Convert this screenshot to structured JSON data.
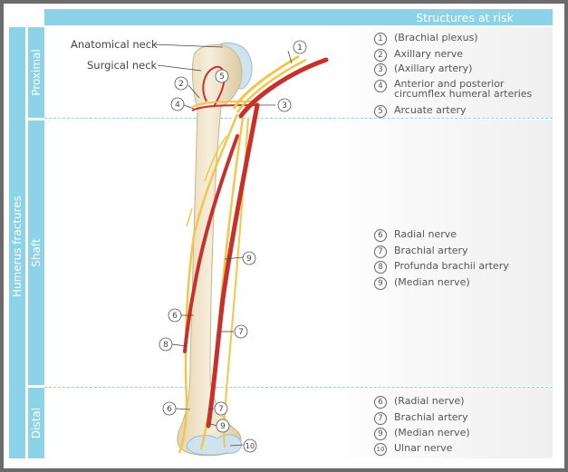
{
  "header": {
    "title": "Structures at risk"
  },
  "side_label": "Humerus fractures",
  "regions": [
    {
      "label": "Proximal"
    },
    {
      "label": "Shaft"
    },
    {
      "label": "Distal"
    }
  ],
  "proximal_list": [
    {
      "num": "1",
      "text": "(Brachial plexus)"
    },
    {
      "num": "2",
      "text": "Axillary nerve"
    },
    {
      "num": "3",
      "text": "(Axillary artery)"
    },
    {
      "num": "4",
      "text": "Anterior and posterior circumflex humeral arteries"
    },
    {
      "num": "5",
      "text": "Arcuate artery"
    }
  ],
  "shaft_list": [
    {
      "num": "6",
      "text": "Radial nerve"
    },
    {
      "num": "7",
      "text": "Brachial artery"
    },
    {
      "num": "8",
      "text": "Profunda brachii artery"
    },
    {
      "num": "9",
      "text": "(Median nerve)"
    }
  ],
  "distal_list": [
    {
      "num": "6",
      "text": "(Radial nerve)"
    },
    {
      "num": "7",
      "text": "Brachial artery"
    },
    {
      "num": "9",
      "text": "(Median nerve)"
    },
    {
      "num": "10",
      "text": "Ulnar nerve"
    }
  ],
  "callouts": {
    "anatomical_neck": "Anatomical neck",
    "surgical_neck": "Surgical neck"
  },
  "diagram_markers": [
    "1",
    "2",
    "3",
    "4",
    "5",
    "6",
    "7",
    "8",
    "9",
    "6",
    "7",
    "9",
    "10"
  ],
  "colors": {
    "accent": "#8dd3e8",
    "nerve": "#f2c64a",
    "artery": "#c8312b",
    "bone": "#efe3c6"
  }
}
